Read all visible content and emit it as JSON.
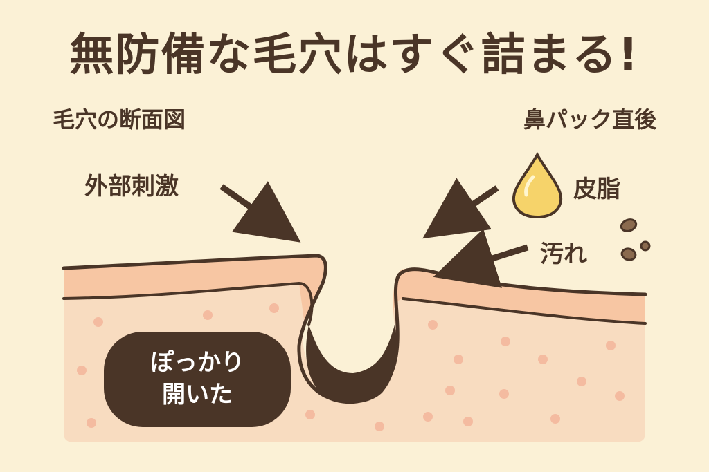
{
  "title": "無防備な毛穴はすぐ詰まる!",
  "subtitle_left": "毛穴の断面図",
  "subtitle_right": "鼻パック直後",
  "labels": {
    "external_stimulus": "外部刺激",
    "sebum": "皮脂",
    "dirt": "汚れ"
  },
  "callout": {
    "line1": "ぽっかり",
    "line2": "開いた"
  },
  "colors": {
    "background": "#fbf1d6",
    "text": "#4a3527",
    "skin_surface": "#f7c6a3",
    "skin_inner": "#f8dcc0",
    "dots": "#f4bba0",
    "sebum_drop": "#f6d36a",
    "dirt": "#8a6a4e"
  },
  "icons": [
    "sebum-drop-icon",
    "dirt-particles-icon"
  ]
}
